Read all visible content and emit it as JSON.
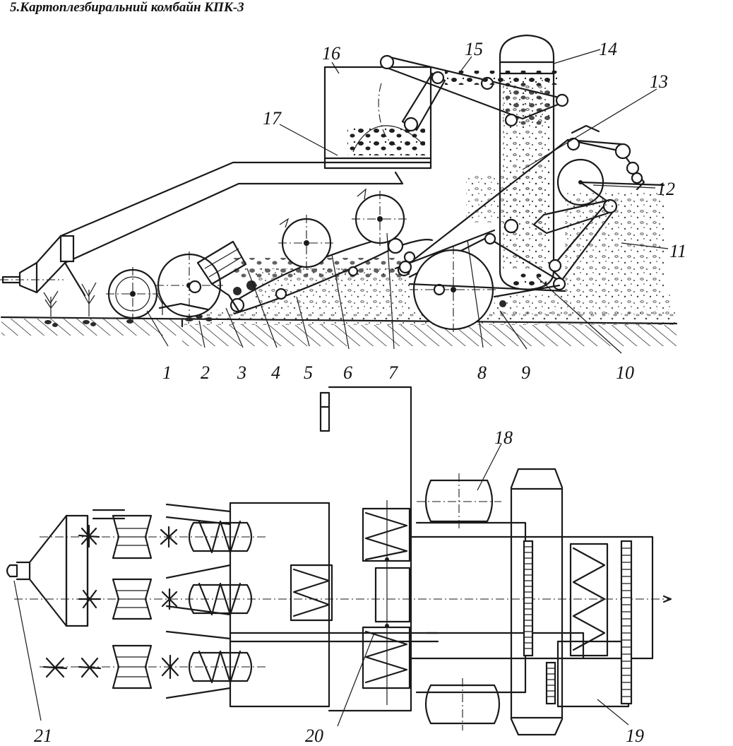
{
  "title": "5.Картоплезбиральний комбайн КПК-3",
  "labels": {
    "n1": "1",
    "n2": "2",
    "n3": "3",
    "n4": "4",
    "n5": "5",
    "n6": "6",
    "n7": "7",
    "n8": "8",
    "n9": "9",
    "n10": "10",
    "n11": "11",
    "n12": "12",
    "n13": "13",
    "n14": "14",
    "n15": "15",
    "n16": "16",
    "n17": "17",
    "n18": "18",
    "n19": "19",
    "n20": "20",
    "n21": "21"
  }
}
